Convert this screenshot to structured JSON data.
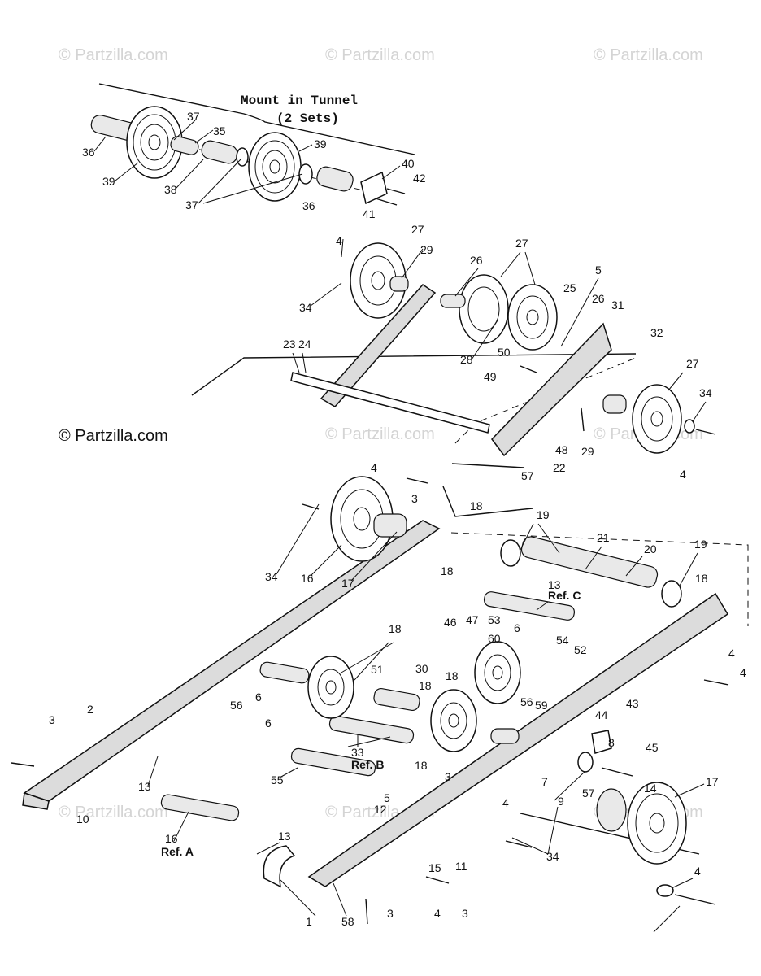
{
  "watermarks": [
    "© Partzilla.com",
    "© Partzilla.com",
    "© Partzilla.com",
    "© Partzilla.com",
    "© Partzilla.com",
    "© Partzilla.com",
    "© Partzilla.com",
    "© Partzilla.com"
  ],
  "copyright": "© Partzilla.com",
  "title_line1": "Mount in Tunnel",
  "title_line2": "(2 Sets)",
  "ref_labels": {
    "c": "Ref. C",
    "b": "Ref. B",
    "a": "Ref. A"
  },
  "callouts": [
    "36",
    "39",
    "37",
    "35",
    "38",
    "37",
    "39",
    "40",
    "42",
    "36",
    "41",
    "4",
    "27",
    "29",
    "34",
    "26",
    "27",
    "5",
    "25",
    "26",
    "31",
    "28",
    "50",
    "49",
    "32",
    "23",
    "24",
    "27",
    "34",
    "48",
    "22",
    "29",
    "4",
    "57",
    "4",
    "3",
    "18",
    "19",
    "21",
    "20",
    "19",
    "34",
    "16",
    "17",
    "18",
    "13",
    "18",
    "46",
    "47",
    "53",
    "60",
    "6",
    "54",
    "52",
    "18",
    "51",
    "30",
    "18",
    "18",
    "56",
    "59",
    "43",
    "44",
    "8",
    "45",
    "56",
    "6",
    "6",
    "18",
    "3",
    "4",
    "4",
    "3",
    "2",
    "13",
    "33",
    "55",
    "7",
    "9",
    "57",
    "10",
    "5",
    "12",
    "11",
    "15",
    "13",
    "16",
    "17",
    "14",
    "1",
    "58",
    "3",
    "4",
    "3",
    "4",
    "34",
    "4"
  ]
}
